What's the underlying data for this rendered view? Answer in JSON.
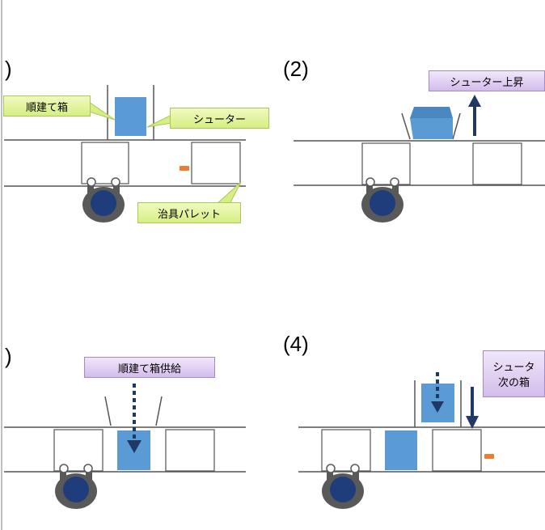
{
  "panels": [
    {
      "id": "p1",
      "step_label": ")",
      "labels": {
        "box": "順建て箱",
        "chute": "シューター",
        "pallet": "治具パレット"
      }
    },
    {
      "id": "p2",
      "step_label": "(2)",
      "labels": {
        "action": "シューター上昇"
      }
    },
    {
      "id": "p3",
      "step_label": ")",
      "labels": {
        "action": "順建て箱供給"
      }
    },
    {
      "id": "p4",
      "step_label": "(4)",
      "labels": {
        "action_line1": "シュータ",
        "action_line2": "次の箱"
      }
    }
  ],
  "colors": {
    "box": "#5b9bd5",
    "indicator": "#ed7d31",
    "arrow": "#1f3864",
    "line": "#808080",
    "operator_body": "#595959",
    "operator_head": "#1f3d7a",
    "green_callout": "#d6ee82",
    "purple_callout": "#d2bdea"
  }
}
